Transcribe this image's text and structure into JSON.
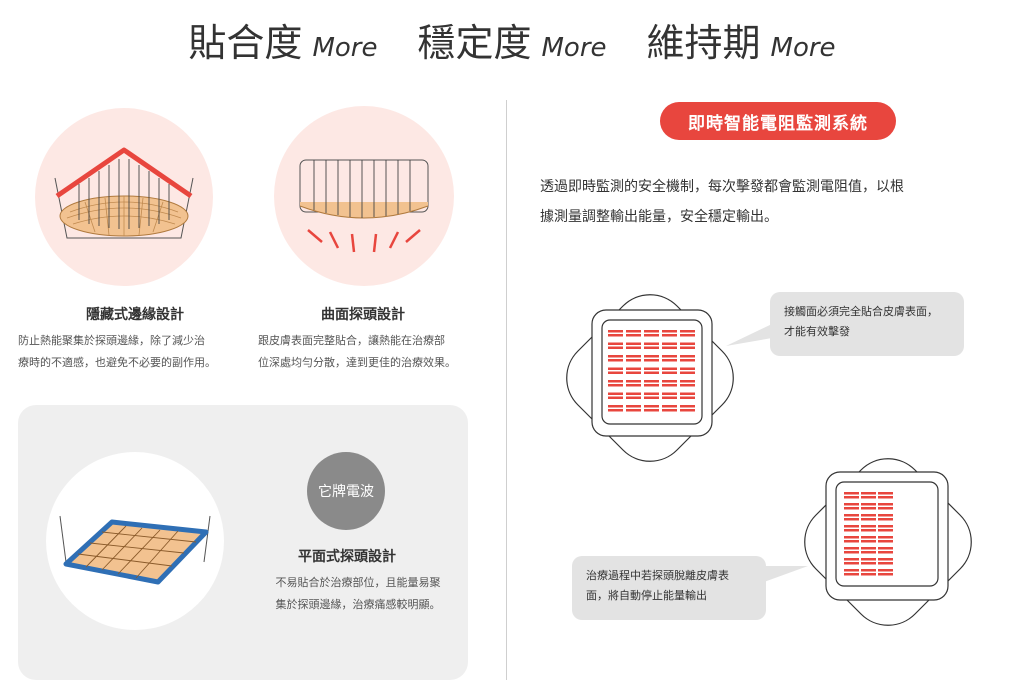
{
  "header": {
    "items": [
      {
        "zh": "貼合度",
        "en": "More"
      },
      {
        "zh": "穩定度",
        "en": "More"
      },
      {
        "zh": "維持期",
        "en": "More"
      }
    ]
  },
  "left": {
    "feature1": {
      "title": "隱藏式邊緣設計",
      "line1": "防止熱能聚集於探頭邊緣，除了減少治",
      "line2": "療時的不適感，也避免不必要的副作用。"
    },
    "feature2": {
      "title": "曲面探頭設計",
      "line1": "跟皮膚表面完整貼合，讓熱能在治療部",
      "line2": "位深處均勻分散，達到更佳的治療效果。"
    },
    "competitor": {
      "badge": "它牌電波",
      "title": "平面式探頭設計",
      "line1": "不易貼合於治療部位，且能量易聚",
      "line2": "集於探頭邊緣，治療痛感較明顯。"
    }
  },
  "right": {
    "pill": "即時智能電阻監測系統",
    "desc_line1": "透過即時監測的安全機制，每次擊發都會監測電阻值，以根",
    "desc_line2": "據測量調整輸出能量，安全穩定輸出。",
    "bubble1_line1": "接觸面必須完全貼合皮膚表面，",
    "bubble1_line2": "才能有效擊發",
    "bubble2_line1": "治療過程中若探頭脫離皮膚表",
    "bubble2_line2": "面，將自動停止能量輸出"
  },
  "colors": {
    "accent": "#e8463e",
    "blue": "#2f6fb5",
    "skin": "#f2c290",
    "pink_bg": "#fde8e4",
    "panel": "#efefef"
  }
}
